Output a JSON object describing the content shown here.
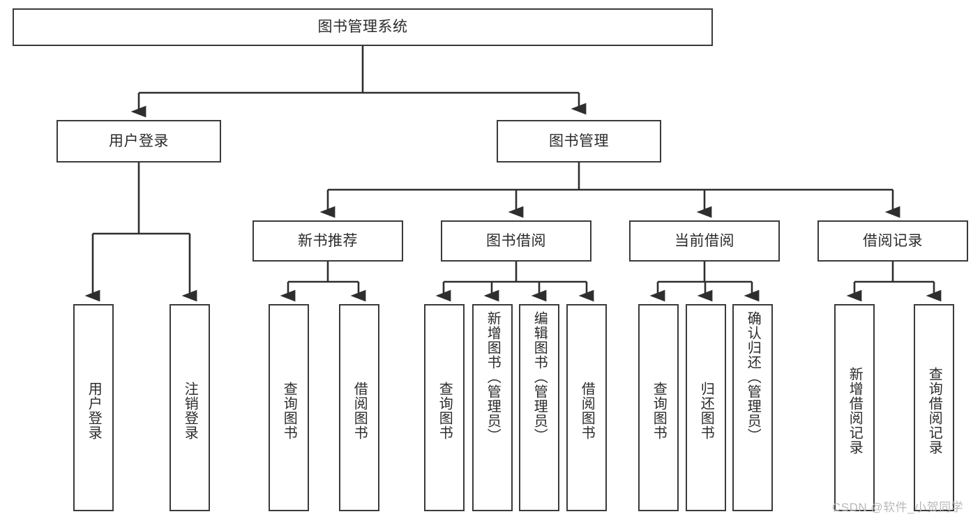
{
  "diagram": {
    "type": "tree-hierarchy",
    "title": "图书管理系统",
    "root": {
      "id": "root",
      "label": "图书管理系统",
      "level": 0
    },
    "level1": [
      {
        "id": "user-login",
        "label": "用户登录",
        "level": 1
      },
      {
        "id": "book-manage",
        "label": "图书管理",
        "level": 1
      }
    ],
    "level2": [
      {
        "id": "new-book-recommend",
        "label": "新书推荐",
        "level": 2,
        "parent": "book-manage"
      },
      {
        "id": "book-borrow",
        "label": "图书借阅",
        "level": 2,
        "parent": "book-manage"
      },
      {
        "id": "current-borrow",
        "label": "当前借阅",
        "level": 2,
        "parent": "book-manage"
      },
      {
        "id": "borrow-record",
        "label": "借阅记录",
        "level": 2,
        "parent": "book-manage"
      }
    ],
    "leaves": [
      {
        "id": "leaf-user-login",
        "label": "用户登录",
        "parent": "user-login"
      },
      {
        "id": "leaf-user-logout",
        "label": "注销登录",
        "parent": "user-login"
      },
      {
        "id": "leaf-query-book-1",
        "label": "查询图书",
        "parent": "new-book-recommend"
      },
      {
        "id": "leaf-borrow-book-1",
        "label": "借阅图书",
        "parent": "new-book-recommend"
      },
      {
        "id": "leaf-query-book-2",
        "label": "查询图书",
        "parent": "book-borrow"
      },
      {
        "id": "leaf-add-book",
        "label": "新增图书（管理员）",
        "parent": "book-borrow"
      },
      {
        "id": "leaf-edit-book",
        "label": "编辑图书（管理员）",
        "parent": "book-borrow"
      },
      {
        "id": "leaf-borrow-book-2",
        "label": "借阅图书",
        "parent": "book-borrow"
      },
      {
        "id": "leaf-query-book-3",
        "label": "查询图书",
        "parent": "current-borrow"
      },
      {
        "id": "leaf-return-book",
        "label": "归还图书",
        "parent": "current-borrow"
      },
      {
        "id": "leaf-confirm-return",
        "label": "确认归还（管理员）",
        "parent": "current-borrow"
      },
      {
        "id": "leaf-add-record",
        "label": "新增借阅记录",
        "parent": "borrow-record"
      },
      {
        "id": "leaf-query-record",
        "label": "查询借阅记录",
        "parent": "borrow-record"
      }
    ]
  },
  "watermark": {
    "text": "CSDN @软件_小贺同学"
  },
  "colors": {
    "border": "#3a3a3a",
    "text": "#2b2b2b",
    "background": "#ffffff",
    "watermark": "#b9b9b9"
  }
}
